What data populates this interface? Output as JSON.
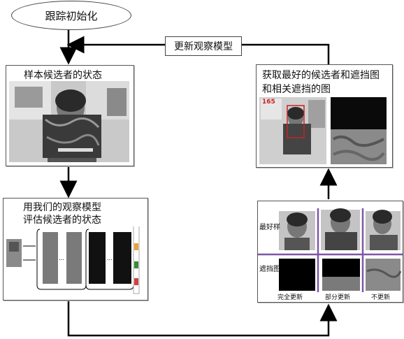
{
  "start": {
    "label": "跟踪初始化"
  },
  "update_box": {
    "label": "更新观察模型"
  },
  "panel_sample": {
    "title": "样本候选者的状态"
  },
  "panel_evaluate": {
    "title_line1": "用我们的观察模型",
    "title_line2": "评估候选者的状态"
  },
  "panel_best": {
    "title_line1": "获取最好的候选者和遮挡图",
    "title_line2": "和相关遮挡的图",
    "frame_number": "165"
  },
  "panel_update": {
    "row_labels": [
      "最好样",
      "遮挡图"
    ],
    "col_labels": [
      "完全更新",
      "部分更新",
      "不更新"
    ]
  },
  "colors": {
    "line": "#000000",
    "purple": "#7e57a6",
    "red_box": "#cc2222"
  }
}
